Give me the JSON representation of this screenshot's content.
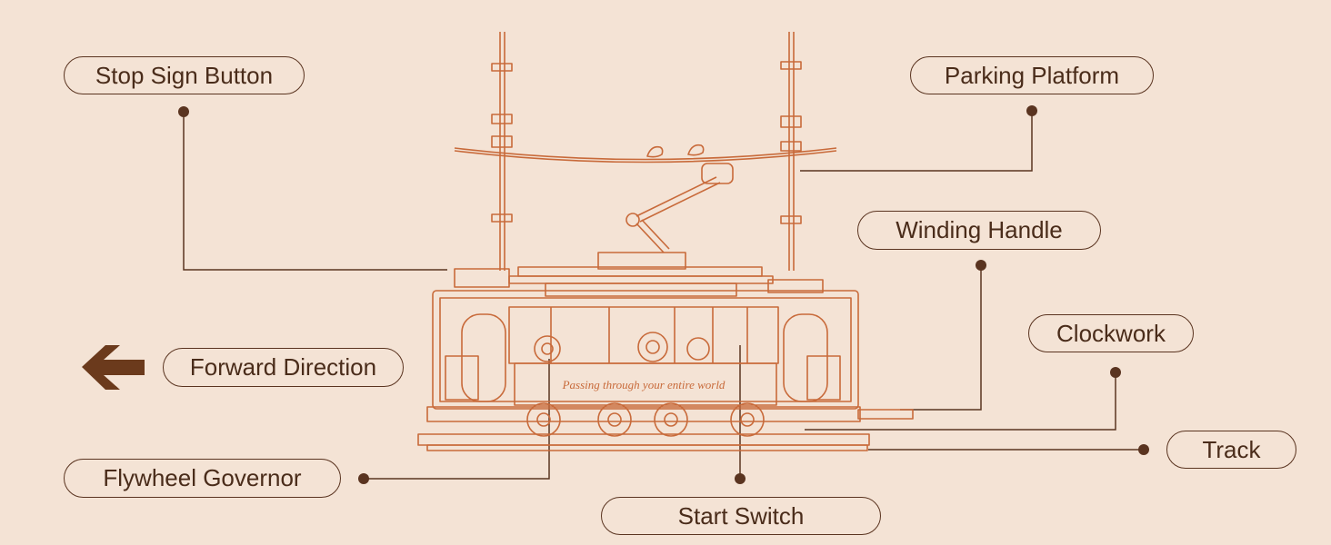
{
  "labels": {
    "stop_sign_button": "Stop Sign Button",
    "parking_platform": "Parking Platform",
    "winding_handle": "Winding Handle",
    "clockwork": "Clockwork",
    "forward_direction": "Forward Direction",
    "track": "Track",
    "flywheel_governor": "Flywheel Governor",
    "start_switch": "Start Switch"
  },
  "tram_banner_text": "Passing through your entire world",
  "colors": {
    "background": "#f4e3d5",
    "label_text": "#4a2c1a",
    "leader_line": "#5a3420",
    "tram_outline": "#c86a3a",
    "arrow": "#6b3a1c"
  },
  "icons": {
    "direction_arrow": "left-arrow-icon"
  }
}
